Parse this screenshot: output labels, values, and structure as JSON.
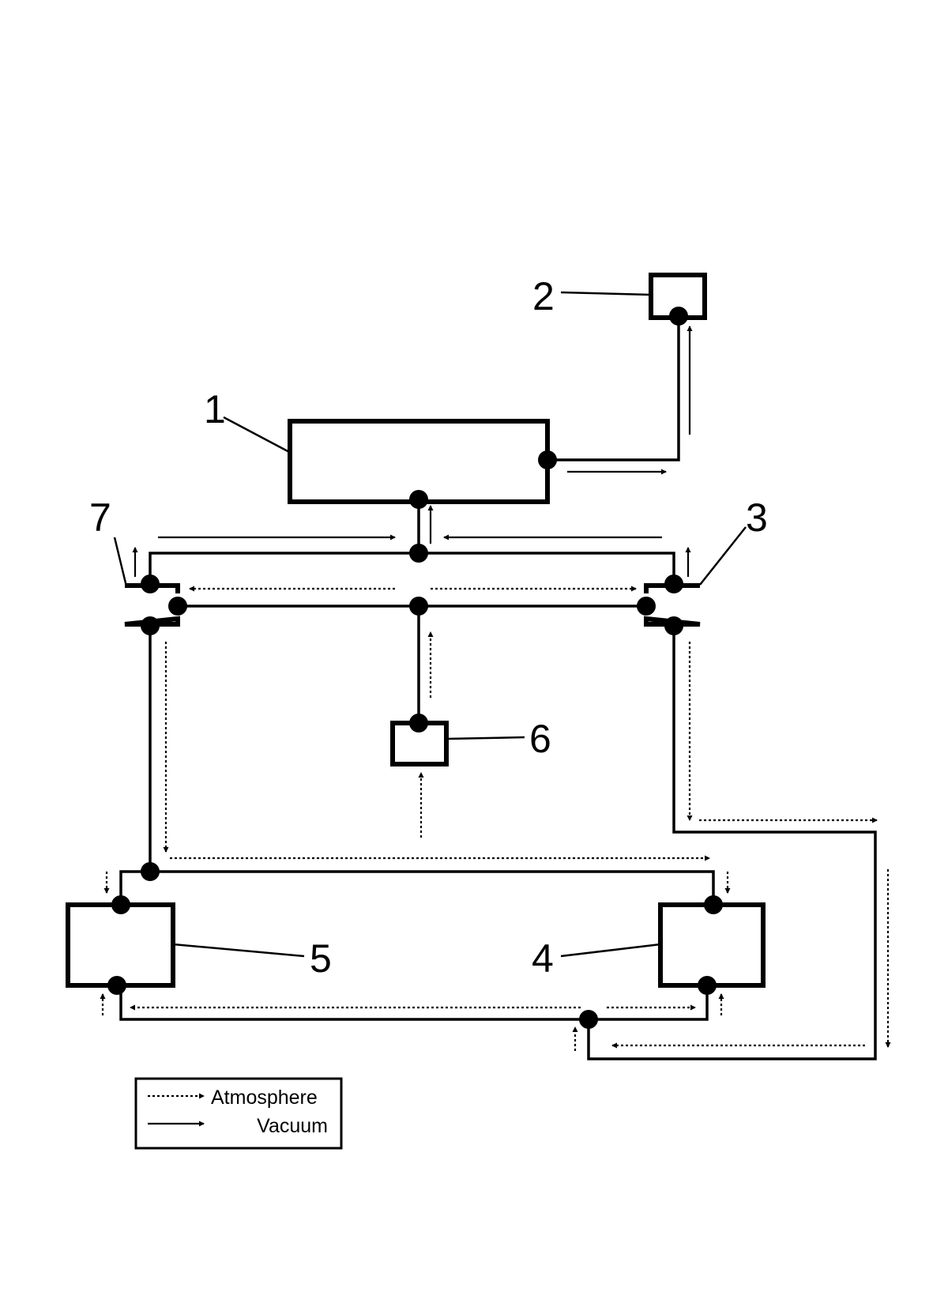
{
  "components": {
    "c1": "1",
    "c2": "2",
    "c3": "3",
    "c4": "4",
    "c5": "5",
    "c6": "6",
    "c7": "7"
  },
  "legend": {
    "atmosphere": "Atmosphere",
    "vacuum": "Vacuum"
  }
}
